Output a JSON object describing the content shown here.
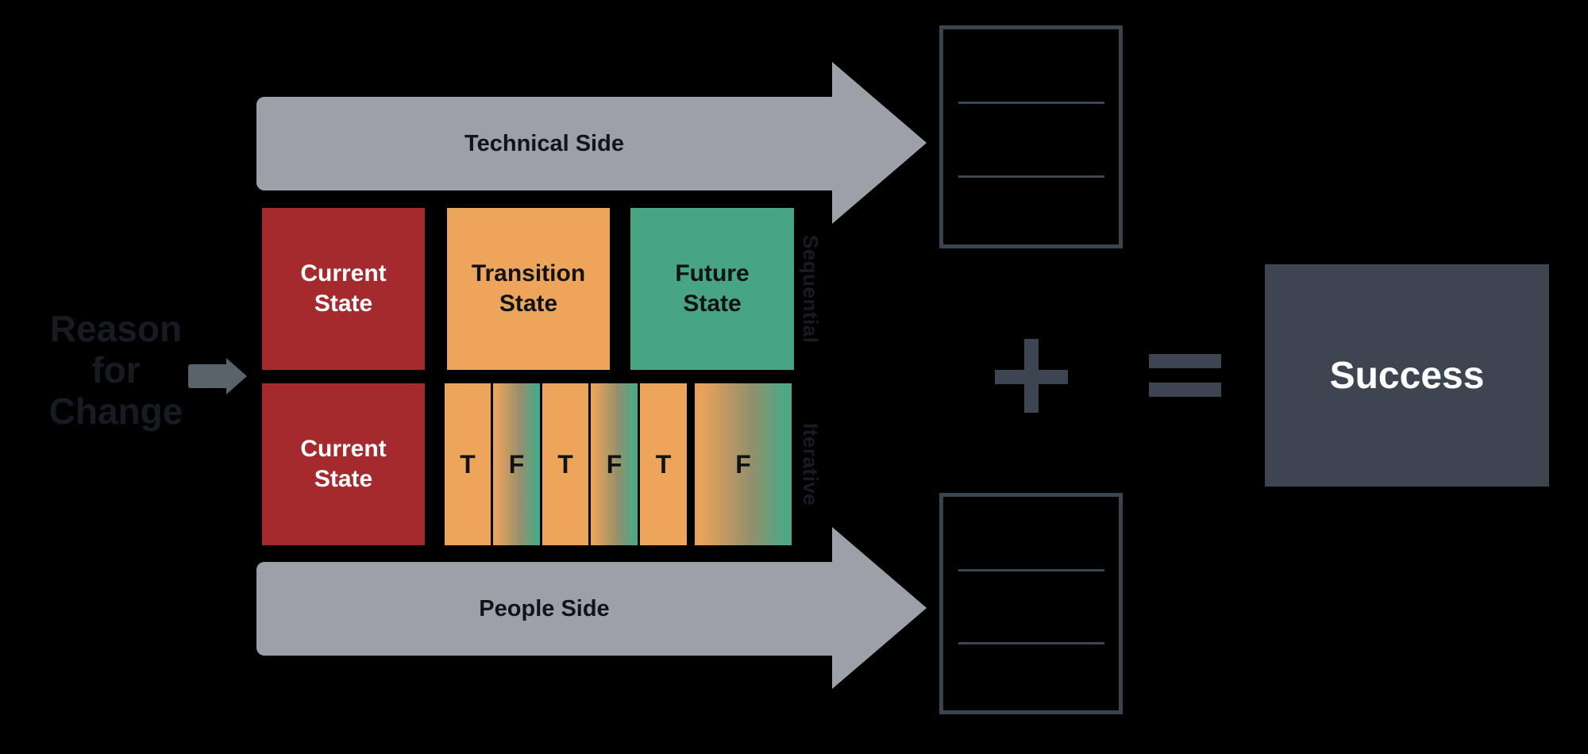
{
  "canvas": {
    "background": "#000000"
  },
  "palette": {
    "red": "#A52A2D",
    "orange": "#ECA55B",
    "green": "#47A484",
    "arrow_gray": "#9CA1A9",
    "small_arrow_gray": "#5A626C",
    "dark_slate": "#3D4550",
    "dark_text": "#171C22",
    "white_text": "#FFFFFF"
  },
  "reason_for_change": {
    "label": "Reason\nfor\nChange"
  },
  "technical_arrow": {
    "label": "Technical Side"
  },
  "people_arrow": {
    "label": "People Side"
  },
  "sequential_row": {
    "side_label": "Sequential",
    "boxes": [
      {
        "label": "Current\nState",
        "color": "#A52A2D"
      },
      {
        "label": "Transition\nState",
        "color": "#ECA55B"
      },
      {
        "label": "Future\nState",
        "color": "#47A484"
      }
    ]
  },
  "iterative_row": {
    "side_label": "Iterative",
    "current_state": {
      "label": "Current\nState",
      "color": "#A52A2D"
    },
    "strips": [
      {
        "label": "T",
        "fill": "solid-orange"
      },
      {
        "label": "F",
        "fill": "orange-to-green-gradient"
      },
      {
        "label": "T",
        "fill": "solid-orange"
      },
      {
        "label": "F",
        "fill": "orange-to-green-gradient"
      },
      {
        "label": "T",
        "fill": "solid-orange"
      },
      {
        "label": "F",
        "fill": "orange-to-green-gradient"
      }
    ]
  },
  "outputs": {
    "top_document": {
      "lines": 2
    },
    "bottom_document": {
      "lines": 2
    }
  },
  "operators": {
    "plus": "plus-icon",
    "equals": "equals-icon"
  },
  "success_box": {
    "label": "Success"
  }
}
